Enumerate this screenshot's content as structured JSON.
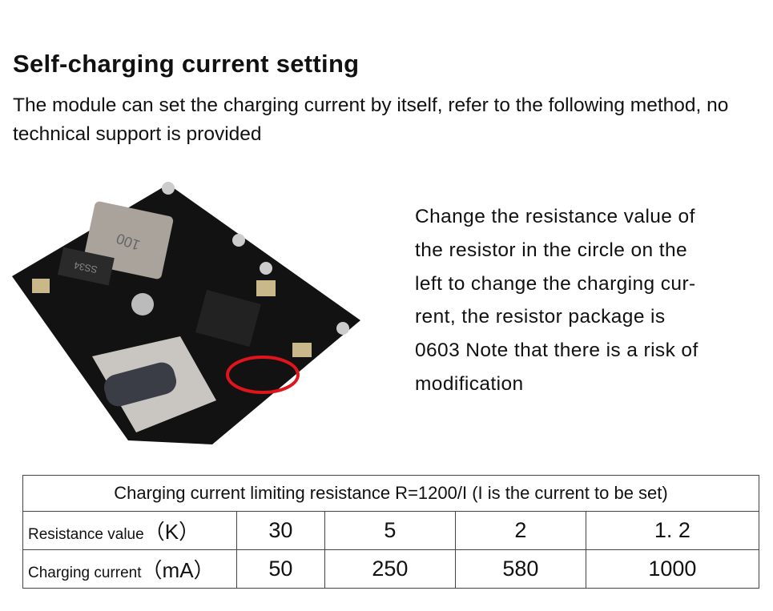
{
  "title": "Self-charging current setting",
  "intro": "The module can set the charging current by itself, refer to the following method, no technical support is provided",
  "description": [
    "Change the resistance value of",
    "the resistor in the circle on the",
    "left to change the charging cur-",
    "rent, the resistor package is",
    "0603 Note that there is a risk of",
    "modification"
  ],
  "image_labels": {
    "inductor": "100",
    "diode": "SS34"
  },
  "table": {
    "header": "Charging current limiting resistance R=1200/I (I is the current to be set)",
    "rows": [
      {
        "label": "Resistance value",
        "unit": "（K）",
        "values": [
          "30",
          "5",
          "2",
          "1. 2"
        ]
      },
      {
        "label": "Charging current",
        "unit": "（mA）",
        "values": [
          "50",
          "250",
          "580",
          "1000"
        ]
      }
    ]
  },
  "colors": {
    "highlight_circle": "#e0151b",
    "pcb": "#111111"
  }
}
